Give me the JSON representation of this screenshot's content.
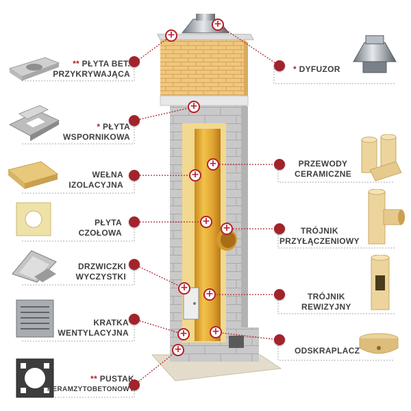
{
  "components": {
    "plyta_bet": {
      "marker": "**",
      "line1": "PŁYTA BET.",
      "line2": "PRZYKRYWAJĄCA"
    },
    "dyfuzor": {
      "marker": "*",
      "line1": "DYFUZOR"
    },
    "plyta_wspornikowa": {
      "marker": "*",
      "line1": "PŁYTA",
      "line2": "WSPORNIKOWA"
    },
    "welna": {
      "line1": "WEŁNA",
      "line2": "IZOLACYJNA"
    },
    "przewody": {
      "line1": "PRZEWODY",
      "line2": "CERAMICZNE"
    },
    "plyta_czolowa": {
      "line1": "PŁYTA",
      "line2": "CZOŁOWA"
    },
    "trojnik_przyl": {
      "line1": "TRÓJNIK",
      "line2": "PRZYŁĄCZENIOWY"
    },
    "drzwiczki": {
      "line1": "DRZWICZKI",
      "line2": "WYCZYSTKI"
    },
    "trojnik_rew": {
      "line1": "TRÓJNIK",
      "line2": "REWIZYJNY"
    },
    "kratka": {
      "line1": "KRATKA",
      "line2": "WENTYLACYJNA"
    },
    "odskraplacz": {
      "line1": "ODSKRAPLACZ"
    },
    "pustak": {
      "marker": "**",
      "line1": "PUSTAK",
      "line2": "KERAMZYTOBETONOWY"
    }
  },
  "pin_symbol": "+",
  "colors": {
    "accent_red": "#a2232b",
    "leader_line": "#b3202a",
    "text": "#3f3f3f",
    "brick": "#f0c77d",
    "block": "#c9c9c9",
    "flue": "#e8b63a"
  },
  "icons": [
    "cover-plate-icon",
    "diffuser-icon",
    "support-plate-icon",
    "wool-icon",
    "ceramic-pipes-icon",
    "front-plate-icon",
    "connection-tee-icon",
    "cleanout-door-icon",
    "inspection-tee-icon",
    "vent-grille-icon",
    "condensate-trap-icon",
    "block-icon"
  ]
}
